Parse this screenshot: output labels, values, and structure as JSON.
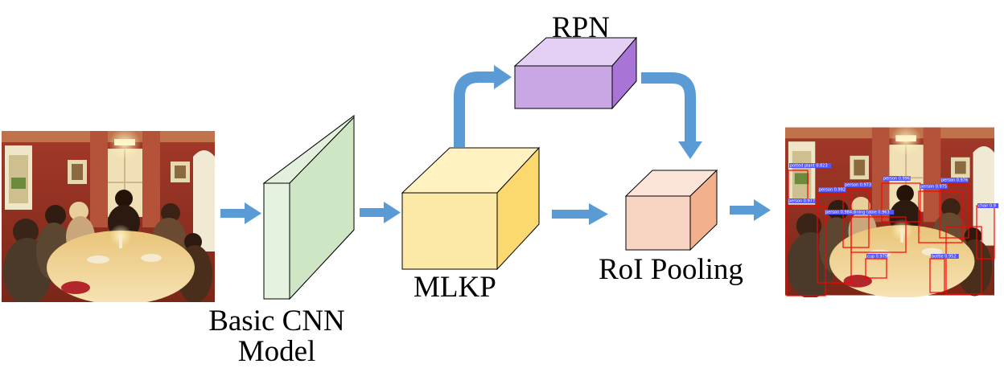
{
  "labels": {
    "basic_cnn": [
      "Basic CNN",
      "Model"
    ],
    "mlkp": "MLKP",
    "rpn": "RPN",
    "roi_pooling": "RoI Pooling"
  },
  "detections": [
    "potted plant 0.823",
    "person 0.992",
    "person 0.973",
    "person 0.996",
    "person 0.975",
    "person 0.976",
    "person 0.984",
    "dining table 0.963",
    "chair 0.9",
    "person 0.977",
    "cup 0.979",
    "bottle 0.952"
  ],
  "colors": {
    "arrow": "#5b9bd5",
    "cnn_front": "#d5e8d4",
    "mlkp_front": "#fde9a7",
    "rpn_front": "#c9a6e4",
    "roi_front": "#f8d5c3",
    "detection_box": "#ff0000",
    "detection_label": "#5555ff"
  }
}
